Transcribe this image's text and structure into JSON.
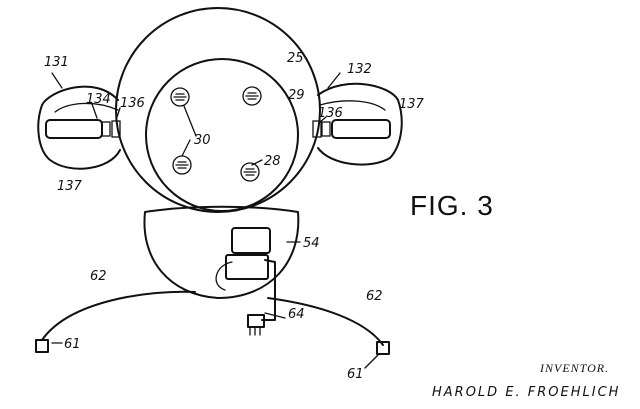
{
  "figure_title": "FIG. 3",
  "inventor_caption": "INVENTOR.",
  "inventor_name": "HAROLD E. FROEHLICH",
  "reference_labels": {
    "r131": "131",
    "r132": "132",
    "r137_left": "137",
    "r137_right": "137",
    "r134": "134",
    "r136_left": "136",
    "r136_right": "136",
    "r25": "25",
    "r29": "29",
    "r28": "28",
    "r30": "30",
    "r54": "54",
    "r62_left": "62",
    "r62_right": "62",
    "r61_left": "61",
    "r61_right": "61",
    "r64": "64"
  }
}
